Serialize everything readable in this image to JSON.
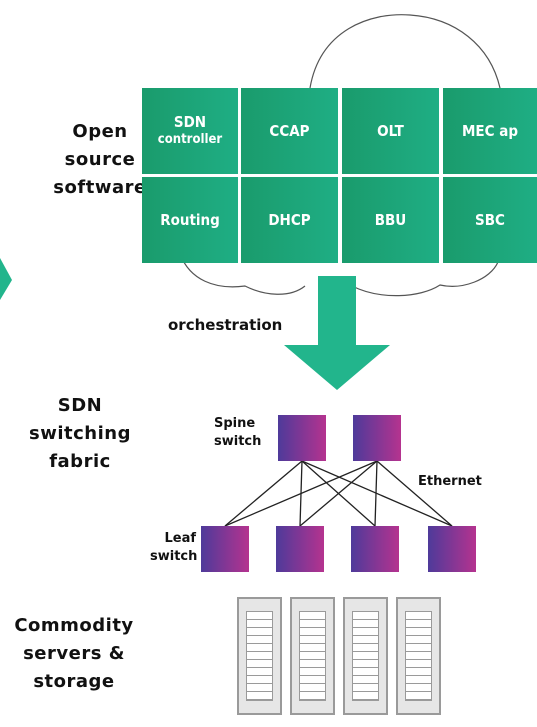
{
  "layers": {
    "open_source": [
      "Open",
      "source",
      "software"
    ],
    "sdn_fabric": [
      "SDN",
      "switching",
      "fabric"
    ],
    "commodity": [
      "Commodity",
      "servers &",
      "storage"
    ]
  },
  "tiles": {
    "sdn_controller": [
      "SDN",
      "controller"
    ],
    "ccap": "CCAP",
    "olt": "OLT",
    "mec": "MEC ap",
    "routing": "Routing",
    "dhcp": "DHCP",
    "bbu": "BBU",
    "sbc": "SBC"
  },
  "labels": {
    "orchestration": "orchestration",
    "spine": [
      "Spine",
      "switch"
    ],
    "leaf": [
      "Leaf",
      "switch"
    ],
    "ethernet": "Ethernet"
  },
  "colors": {
    "tile_green": "#1fae84",
    "arrow_green": "#22b58c",
    "switch_purple": "#4e3a9a",
    "switch_magenta": "#b5338f",
    "server_gray": "#9a9a9a"
  }
}
